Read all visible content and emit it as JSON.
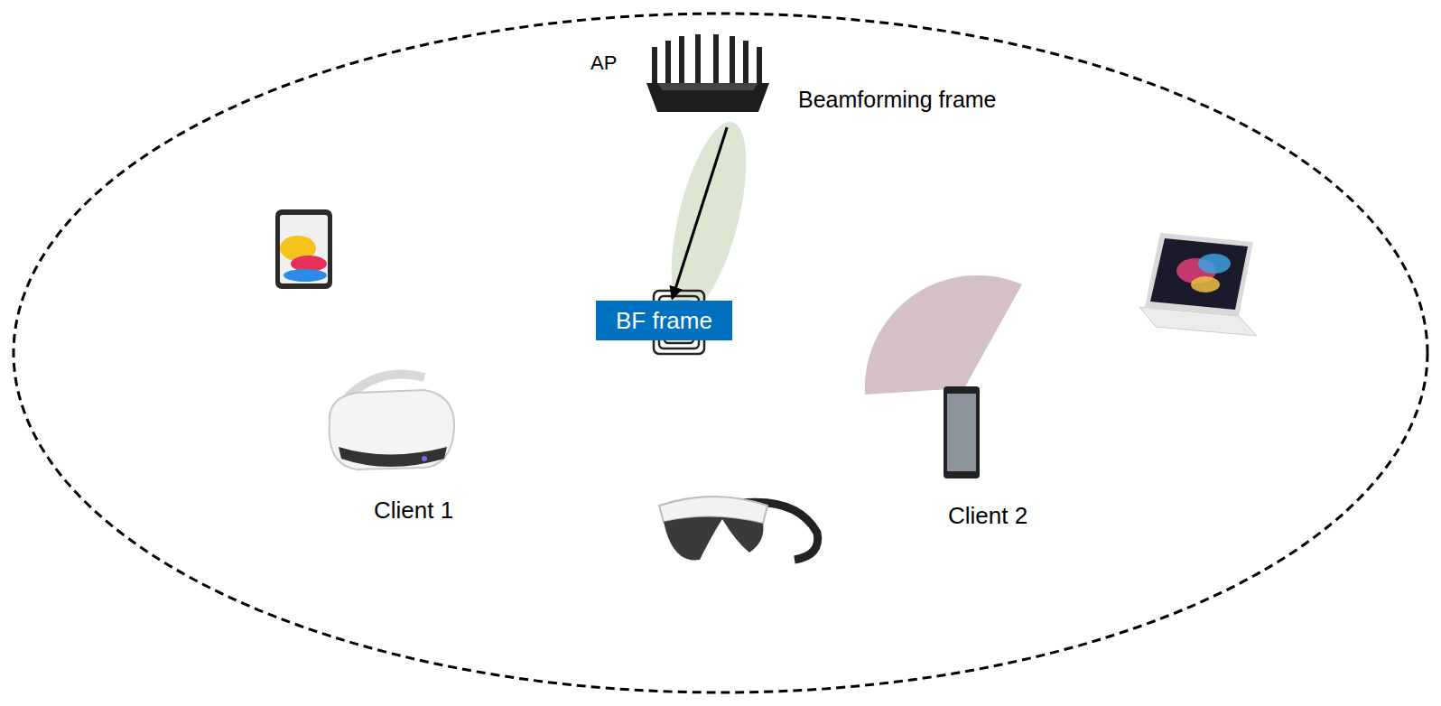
{
  "diagram": {
    "nodes": [
      {
        "text": [
          "AP"
        ]
      },
      {
        "text": [
          "BF frame"
        ]
      }
    ],
    "edges": [
      {
        "from": 0,
        "to": 1,
        "arrow": "to"
      }
    ],
    "labels": [
      "Beamforming frame",
      "Client 1",
      "Client 2"
    ]
  }
}
